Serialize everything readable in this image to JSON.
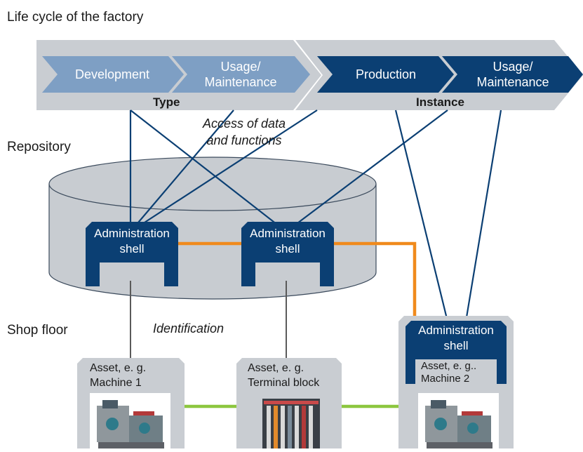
{
  "sections": {
    "lifecycle": "Life cycle of the factory",
    "repository": "Repository",
    "shopfloor": "Shop floor"
  },
  "lifecycle": {
    "type_label": "Type",
    "instance_label": "Instance",
    "type_steps": [
      {
        "line1": "Development",
        "line2": ""
      },
      {
        "line1": "Usage/",
        "line2": "Maintenance"
      }
    ],
    "instance_steps": [
      {
        "line1": "Production",
        "line2": ""
      },
      {
        "line1": "Usage/",
        "line2": "Maintenance"
      }
    ]
  },
  "annotations": {
    "access_line1": "Access of data",
    "access_line2": "and functions",
    "identification": "Identification"
  },
  "shells": [
    {
      "line1": "Administration",
      "line2": "shell"
    },
    {
      "line1": "Administration",
      "line2": "shell"
    },
    {
      "line1": "Administration",
      "line2": "shell"
    }
  ],
  "assets": [
    {
      "line1": "Asset, e. g.",
      "line2": "Machine 1"
    },
    {
      "line1": "Asset, e. g.",
      "line2": "Terminal block"
    },
    {
      "line1": "Asset, e. g..",
      "line2": "Machine 2"
    }
  ],
  "colors": {
    "navy": "#0b3f73",
    "light_blue": "#7e9fc4",
    "grey_band": "#c9cdd2",
    "repository_fill": "#c8ccd1",
    "orange_link": "#f08a1c",
    "green_link": "#8cc63f"
  }
}
